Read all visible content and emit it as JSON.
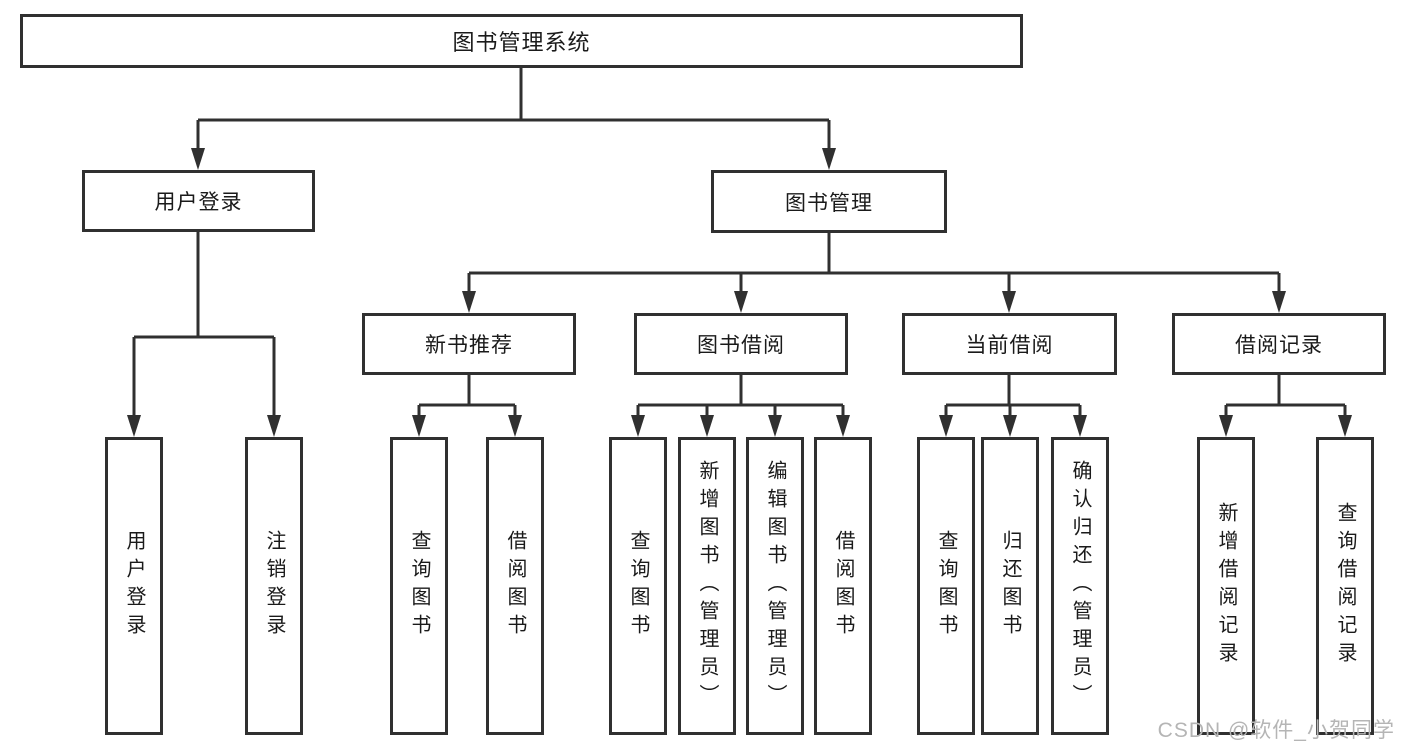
{
  "diagram": {
    "type": "hierarchy-tree",
    "root": {
      "label": "图书管理系统"
    },
    "level2": [
      {
        "label": "用户登录",
        "parent": "图书管理系统"
      },
      {
        "label": "图书管理",
        "parent": "图书管理系统"
      }
    ],
    "level3": [
      {
        "label": "新书推荐",
        "parent": "图书管理"
      },
      {
        "label": "图书借阅",
        "parent": "图书管理"
      },
      {
        "label": "当前借阅",
        "parent": "图书管理"
      },
      {
        "label": "借阅记录",
        "parent": "图书管理"
      }
    ],
    "leaves": [
      {
        "label": "用户登录",
        "parent": "用户登录"
      },
      {
        "label": "注销登录",
        "parent": "用户登录"
      },
      {
        "label": "查询图书",
        "parent": "新书推荐"
      },
      {
        "label": "借阅图书",
        "parent": "新书推荐"
      },
      {
        "label": "查询图书",
        "parent": "图书借阅"
      },
      {
        "label": "新增图书（管理员）",
        "parent": "图书借阅"
      },
      {
        "label": "编辑图书（管理员）",
        "parent": "图书借阅"
      },
      {
        "label": "借阅图书",
        "parent": "图书借阅"
      },
      {
        "label": "查询图书",
        "parent": "当前借阅"
      },
      {
        "label": "归还图书",
        "parent": "当前借阅"
      },
      {
        "label": "确认归还（管理员）",
        "parent": "当前借阅"
      },
      {
        "label": "新增借阅记录",
        "parent": "借阅记录"
      },
      {
        "label": "查询借阅记录",
        "parent": "借阅记录"
      }
    ]
  },
  "watermark": {
    "text": "CSDN @软件_小贺同学"
  },
  "colors": {
    "line": "#303030",
    "box_border": "#303030",
    "text": "#1a1a1a",
    "watermark": "#b5b5b5",
    "background": "#ffffff"
  }
}
